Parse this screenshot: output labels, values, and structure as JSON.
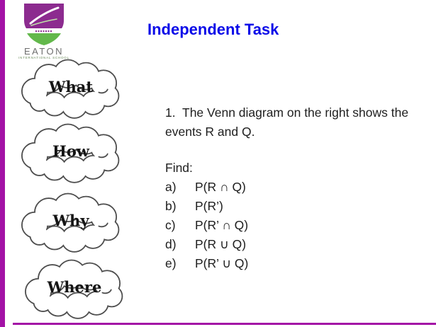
{
  "colors": {
    "accent_magenta": "#a312a6",
    "title_blue": "#0b0be8",
    "body_text": "#202020",
    "cloud_outline": "#4d4d4d",
    "logo_purple": "#8c2b8f",
    "logo_green": "#63b84b"
  },
  "logo": {
    "name": "EATON",
    "subtitle": "INTERNATIONAL SCHOOL"
  },
  "header": {
    "title": "Independent Task"
  },
  "clouds": [
    {
      "label": "What"
    },
    {
      "label": "How"
    },
    {
      "label": "Why"
    },
    {
      "label": "Where"
    }
  ],
  "problem": {
    "intro_line1": "1.  The Venn diagram on the right shows the",
    "intro_line2": "events R and Q.",
    "find_label": "Find:",
    "items": [
      {
        "label": "a)",
        "expr": "P(R ∩ Q)"
      },
      {
        "label": "b)",
        "expr": "P(R’)"
      },
      {
        "label": "c)",
        "expr": "P(R’ ∩ Q)"
      },
      {
        "label": "d)",
        "expr": "P(R ∪ Q)"
      },
      {
        "label": "e)",
        "expr": "P(R’ ∪ Q)"
      }
    ]
  }
}
